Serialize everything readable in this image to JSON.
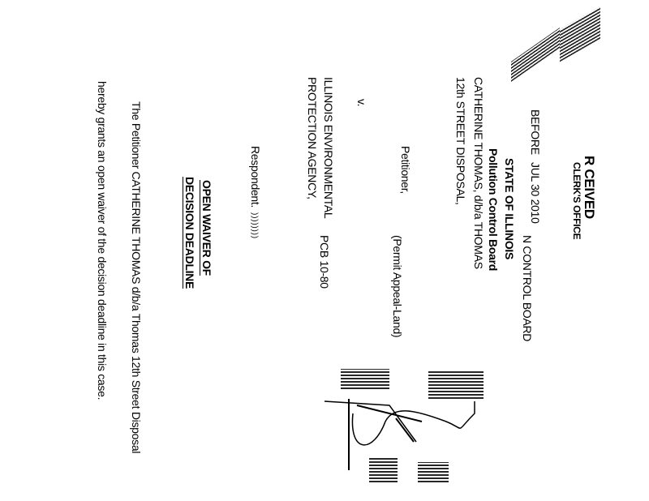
{
  "stamp": {
    "received": "R CEIVED",
    "office": "CLERK'S OFFICE",
    "date": "JUL 30 2010",
    "state": "STATE OF ILLINOIS",
    "board": "Pollution Control Board"
  },
  "header": {
    "before": "BEFORE",
    "board_tail": "N CONTROL BOARD"
  },
  "caption": {
    "petitioner_line1": "CATHERINE THOMAS, d/b/a THOMAS",
    "petitioner_line2": "12th STREET DISPOSAL,",
    "petitioner_label": "Petitioner,",
    "versus": "v.",
    "respondent_line1": "ILLINOIS ENVIRONMENTAL",
    "respondent_line2": "PROTECTION AGENCY,",
    "respondent_label": "Respondent.",
    "case_type": "(Permit Appeal-Land)",
    "case_number": "PCB 10-80",
    "bracket": ")  )  )  )  )  )  )  )"
  },
  "title": {
    "line1": "OPEN WAIVER OF",
    "line2": "DECISION DEADLINE"
  },
  "body": {
    "line1": "The Petitioner CATHERINE THOMAS d/b/a Thomas 12th Street Disposal",
    "line2": "hereby grants an open waiver of the decision deadline in this case."
  }
}
